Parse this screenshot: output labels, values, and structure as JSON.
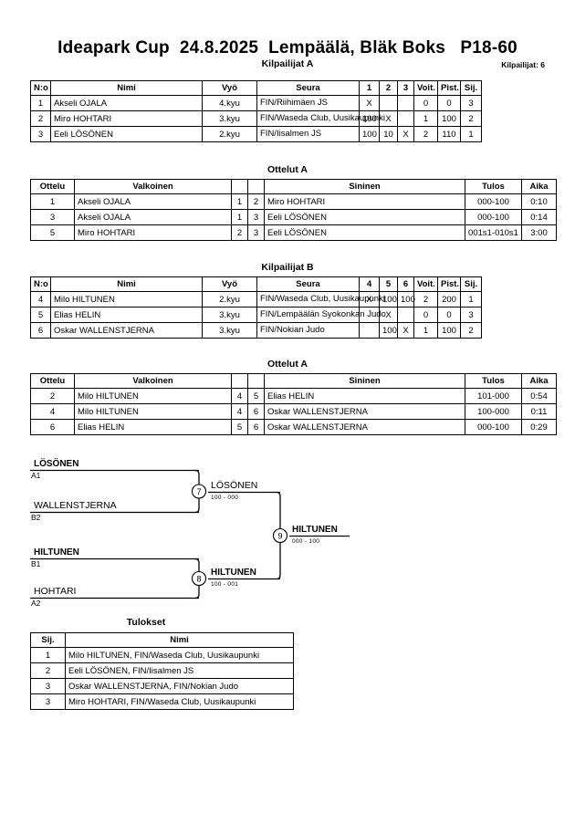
{
  "header": {
    "title": "Ideapark Cup  24.8.2025  Lempäälä, Bläk Boks   P18-60",
    "competitor_count_label": "Kilpailijat: 6"
  },
  "pool_a": {
    "caption": "Kilpailijat A",
    "columns": [
      "N:o",
      "Nimi",
      "Vyö",
      "Seura",
      "1",
      "2",
      "3",
      "Voit.",
      "Pist.",
      "Sij."
    ],
    "rows": [
      {
        "no": "1",
        "name": "Akseli OJALA",
        "belt": "4.kyu",
        "club": "FIN/Riihimäen JS",
        "m1": "X",
        "m2": "",
        "m3": "",
        "wins": "0",
        "points": "0",
        "rank": "3"
      },
      {
        "no": "2",
        "name": "Miro HOHTARI",
        "belt": "3.kyu",
        "club": "FIN/Waseda Club, Uusikaupunki",
        "m1": "100",
        "m2": "X",
        "m3": "",
        "wins": "1",
        "points": "100",
        "rank": "2"
      },
      {
        "no": "3",
        "name": "Eeli LÖSÖNEN",
        "belt": "2.kyu",
        "club": "FIN/Iisalmen JS",
        "m1": "100",
        "m2": "10",
        "m3": "X",
        "wins": "2",
        "points": "110",
        "rank": "1"
      }
    ]
  },
  "matches_a": {
    "caption": "Ottelut A",
    "columns": [
      "Ottelu",
      "Valkoinen",
      "",
      "",
      "Sininen",
      "Tulos",
      "Aika"
    ],
    "rows": [
      {
        "match": "1",
        "white": "Akseli OJALA",
        "white_bold": false,
        "wn": "1",
        "bn": "2",
        "blue": "Miro HOHTARI",
        "blue_bold": true,
        "result": "000-100",
        "time": "0:10"
      },
      {
        "match": "3",
        "white": "Akseli OJALA",
        "white_bold": false,
        "wn": "1",
        "bn": "3",
        "blue": "Eeli LÖSÖNEN",
        "blue_bold": true,
        "result": "000-100",
        "time": "0:14"
      },
      {
        "match": "5",
        "white": "Miro HOHTARI",
        "white_bold": false,
        "wn": "2",
        "bn": "3",
        "blue": "Eeli LÖSÖNEN",
        "blue_bold": true,
        "result": "001s1-010s1",
        "time": "3:00"
      }
    ]
  },
  "pool_b": {
    "caption": "Kilpailijat B",
    "columns": [
      "N:o",
      "Nimi",
      "Vyö",
      "Seura",
      "4",
      "5",
      "6",
      "Voit.",
      "Pist.",
      "Sij."
    ],
    "rows": [
      {
        "no": "4",
        "name": "Milo HILTUNEN",
        "belt": "2.kyu",
        "club": "FIN/Waseda Club, Uusikaupunki",
        "m1": "X",
        "m2": "100",
        "m3": "100",
        "wins": "2",
        "points": "200",
        "rank": "1"
      },
      {
        "no": "5",
        "name": "Elias HELIN",
        "belt": "3.kyu",
        "club": "FIN/Lempäälän Syokonkan Judo",
        "m1": "",
        "m2": "X",
        "m3": "",
        "wins": "0",
        "points": "0",
        "rank": "3"
      },
      {
        "no": "6",
        "name": "Oskar WALLENSTJERNA",
        "belt": "3.kyu",
        "club": "FIN/Nokian Judo",
        "m1": "",
        "m2": "100",
        "m3": "X",
        "wins": "1",
        "points": "100",
        "rank": "2"
      }
    ]
  },
  "matches_b": {
    "caption": "Ottelut A",
    "columns": [
      "Ottelu",
      "Valkoinen",
      "",
      "",
      "Sininen",
      "Tulos",
      "Aika"
    ],
    "rows": [
      {
        "match": "2",
        "white": "Milo HILTUNEN",
        "white_bold": true,
        "wn": "4",
        "bn": "5",
        "blue": "Elias HELIN",
        "blue_bold": false,
        "result": "101-000",
        "time": "0:54"
      },
      {
        "match": "4",
        "white": "Milo HILTUNEN",
        "white_bold": true,
        "wn": "4",
        "bn": "6",
        "blue": "Oskar WALLENSTJERNA",
        "blue_bold": false,
        "result": "100-000",
        "time": "0:11"
      },
      {
        "match": "6",
        "white": "Elias HELIN",
        "white_bold": false,
        "wn": "5",
        "bn": "6",
        "blue": "Oskar WALLENSTJERNA",
        "blue_bold": true,
        "result": "000-100",
        "time": "0:29"
      }
    ]
  },
  "bracket": {
    "entries": [
      {
        "name": "LÖSÖNEN",
        "seed": "A1",
        "bold": true
      },
      {
        "name": "WALLENSTJERNA",
        "seed": "B2",
        "bold": false
      },
      {
        "name": "HILTUNEN",
        "seed": "B1",
        "bold": true
      },
      {
        "name": "HOHTARI",
        "seed": "A2",
        "bold": false
      }
    ],
    "matches": [
      {
        "number": "7",
        "winner": "LÖSÖNEN",
        "score": "100 - 000",
        "bold": false
      },
      {
        "number": "8",
        "winner": "HILTUNEN",
        "score": "100 - 001",
        "bold": true
      },
      {
        "number": "9",
        "winner": "HILTUNEN",
        "score": "000 - 100",
        "bold": true
      }
    ]
  },
  "results": {
    "caption": "Tulokset",
    "columns": [
      "Sij.",
      "Nimi"
    ],
    "rows": [
      {
        "rank": "1",
        "name": "Milo HILTUNEN, FIN/Waseda Club, Uusikaupunki"
      },
      {
        "rank": "2",
        "name": "Eeli LÖSÖNEN, FIN/Iisalmen JS"
      },
      {
        "rank": "3",
        "name": "Oskar WALLENSTJERNA, FIN/Nokian Judo"
      },
      {
        "rank": "3",
        "name": "Miro HOHTARI, FIN/Waseda Club, Uusikaupunki"
      }
    ]
  }
}
